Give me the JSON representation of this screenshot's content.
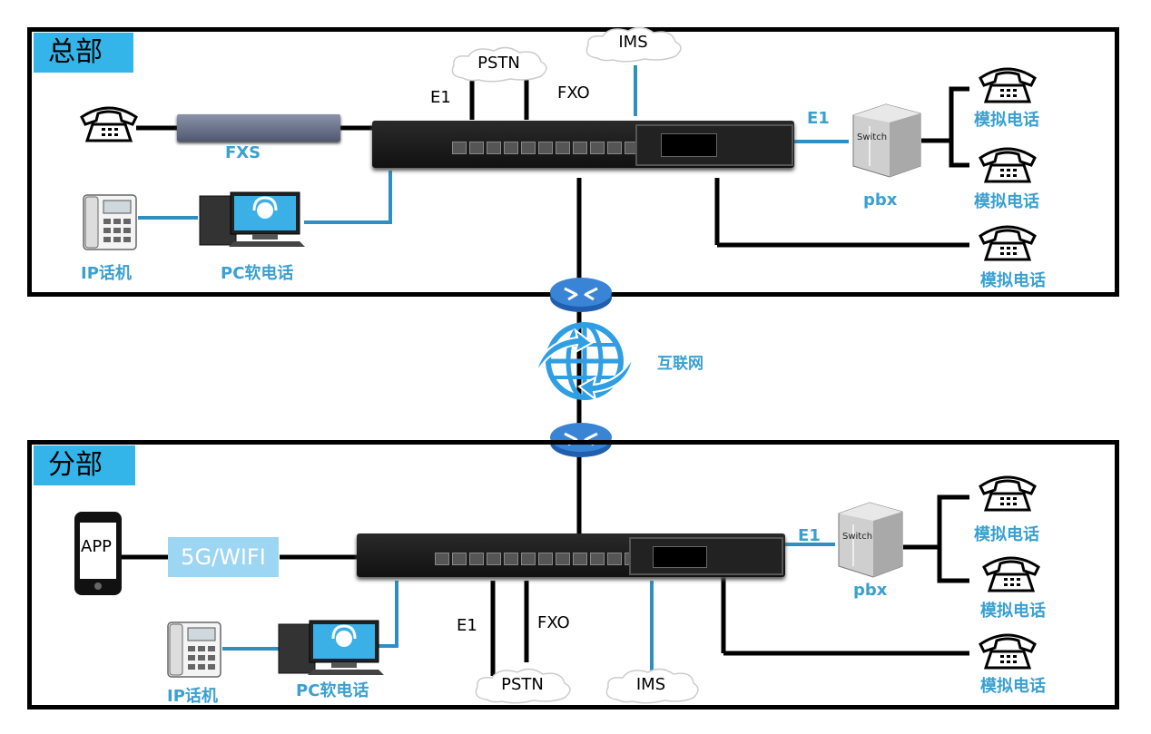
{
  "hq": {
    "title": "总部",
    "clouds": {
      "pstn": "PSTN",
      "ims": "IMS"
    },
    "labels": {
      "e1_left": "E1",
      "fxo": "FXO",
      "e1_right": "E1",
      "fxs": "FXS",
      "ip_phone": "IP话机",
      "pc_softphone": "PC软电话",
      "pbx": "pbx",
      "analog1": "模拟电话",
      "analog2": "模拟电话",
      "analog3": "模拟电话"
    },
    "switch_label": "Switch"
  },
  "internet": {
    "label": "互联网"
  },
  "branch": {
    "title": "分部",
    "app": "APP",
    "wireless": "5G/WIFI",
    "clouds": {
      "pstn": "PSTN",
      "ims": "IMS"
    },
    "labels": {
      "e1_bottom": "E1",
      "fxo": "FXO",
      "e1_right": "E1",
      "ip_phone": "IP话机",
      "pc_softphone": "PC软电话",
      "pbx": "pbx",
      "analog1": "模拟电话",
      "analog2": "模拟电话",
      "analog3": "模拟电话"
    },
    "switch_label": "Switch"
  },
  "colors": {
    "accent": "#33b5ea",
    "label_blue": "#3aa0d0",
    "link_blue": "#2f8fc0",
    "pill": "#9dd6f2"
  },
  "icons": [
    "telephone-icon",
    "desk-ip-phone-icon",
    "pc-headset-icon",
    "globe-icon",
    "router-icon",
    "server-tower-icon",
    "smartphone-icon",
    "cloud-icon",
    "voip-gateway-icon",
    "fxs-gateway-icon"
  ]
}
